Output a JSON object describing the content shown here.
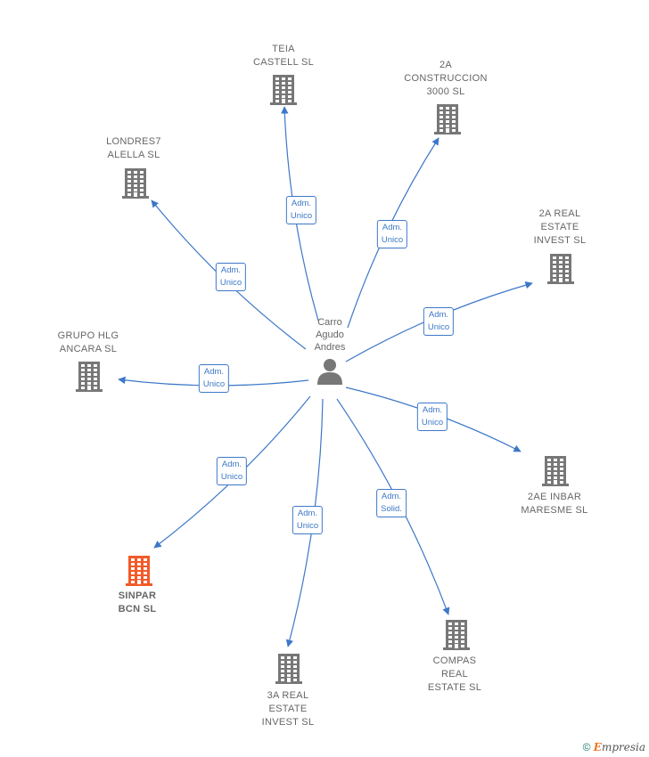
{
  "center": {
    "name": "Carro\nAgudo\nAndres",
    "icon": "person-icon"
  },
  "colors": {
    "edge": "#3d78c8",
    "company": "#777777",
    "highlight": "#f25a29",
    "text": "#666666"
  },
  "companies": [
    {
      "id": "teia",
      "name": "TEIA\nCASTELL  SL",
      "role": "Adm.\nUnico",
      "highlight": false
    },
    {
      "id": "2a-construccion",
      "name": "2A\nCONSTRUCCION\n3000  SL",
      "role": "Adm.\nUnico",
      "highlight": false
    },
    {
      "id": "londres7",
      "name": "LONDRES7\nALELLA  SL",
      "role": "Adm.\nUnico",
      "highlight": false
    },
    {
      "id": "2a-real-estate",
      "name": "2A REAL\nESTATE\nINVEST  SL",
      "role": "Adm.\nUnico",
      "highlight": false
    },
    {
      "id": "grupo-hlg",
      "name": "GRUPO HLG\nANCARA  SL",
      "role": "Adm.\nUnico",
      "highlight": false
    },
    {
      "id": "2ae-inbar",
      "name": "2AE INBAR\nMARESME  SL",
      "role": "Adm.\nUnico",
      "highlight": false
    },
    {
      "id": "sinpar",
      "name": "SINPAR\nBCN  SL",
      "role": "Adm.\nUnico",
      "highlight": true
    },
    {
      "id": "3a-real-estate",
      "name": "3A REAL\nESTATE\nINVEST  SL",
      "role": "Adm.\nUnico",
      "highlight": false
    },
    {
      "id": "compas",
      "name": "COMPAS\nREAL\nESTATE  SL",
      "role": "Adm.\nSolid.",
      "highlight": false
    }
  ],
  "footer": {
    "copyright": "©",
    "brand_initial": "E",
    "brand_rest": "mpresia"
  }
}
